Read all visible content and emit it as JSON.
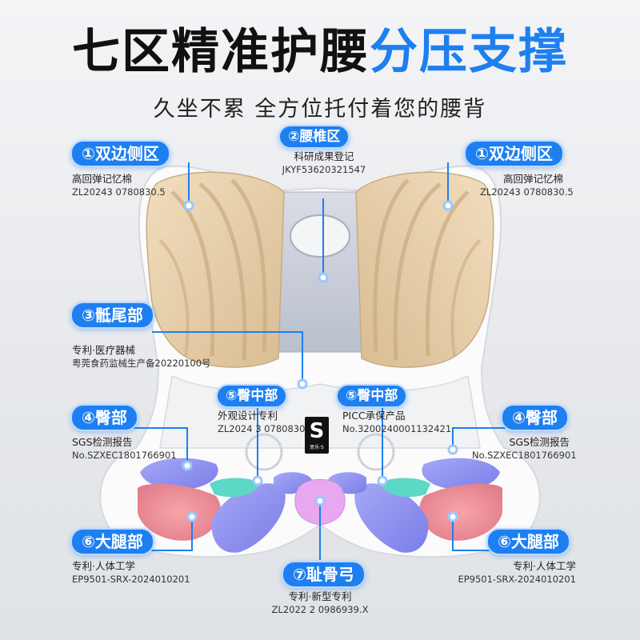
{
  "headline": {
    "dark": "七区精准护腰",
    "blue": "分压支撑"
  },
  "subtitle": "久坐不累 全方位托付着您的腰背",
  "zones": {
    "z1_left": {
      "label": "①双边侧区",
      "line1": "高回弹记忆棉",
      "line2": "ZL20243 0780830.5"
    },
    "z1_right": {
      "label": "①双边侧区",
      "line1": "高回弹记忆棉",
      "line2": "ZL20243 0780830.5"
    },
    "z2": {
      "label": "②腰椎区",
      "line1": "科研成果登记",
      "line2": "JKYF53620321547"
    },
    "z3": {
      "label": "③骶尾部",
      "line1": "专利·医疗器械",
      "line2": "粤莞食药监械生产备20220100号"
    },
    "z5_left": {
      "label": "⑤臀中部",
      "line1": "外观设计专利",
      "line2": "ZL2024 3 0780830.5"
    },
    "z5_right": {
      "label": "⑤臀中部",
      "line1": "PICC承保产品",
      "line2": "No.3200240001132421"
    },
    "z4_left": {
      "label": "④臀部",
      "line1": "SGS检测报告",
      "line2": "No.SZXEC1801766901"
    },
    "z4_right": {
      "label": "④臀部",
      "line1": "SGS检测报告",
      "line2": "No.SZXEC1801766901"
    },
    "z6_left": {
      "label": "⑥大腿部",
      "line1": "专利·人体工学",
      "line2": "EP9501-SRX-2024010201"
    },
    "z6_right": {
      "label": "⑥大腿部",
      "line1": "专利·人体工学",
      "line2": "EP9501-SRX-2024010201"
    },
    "z7": {
      "label": "⑦耻骨弓",
      "line1": "专利·新型专利",
      "line2": "ZL2022 2 0986939.X"
    }
  },
  "logo": {
    "letter": "S",
    "caption": "思乐·S"
  },
  "colors": {
    "accent": "#1e7ff0",
    "beige": "#e8cfa9",
    "grey_panel": "#c9ced9",
    "purple": "#8f8ff0",
    "pink": "#f08a9a",
    "teal": "#59d9c4",
    "magenta": "#e7a8ef"
  }
}
